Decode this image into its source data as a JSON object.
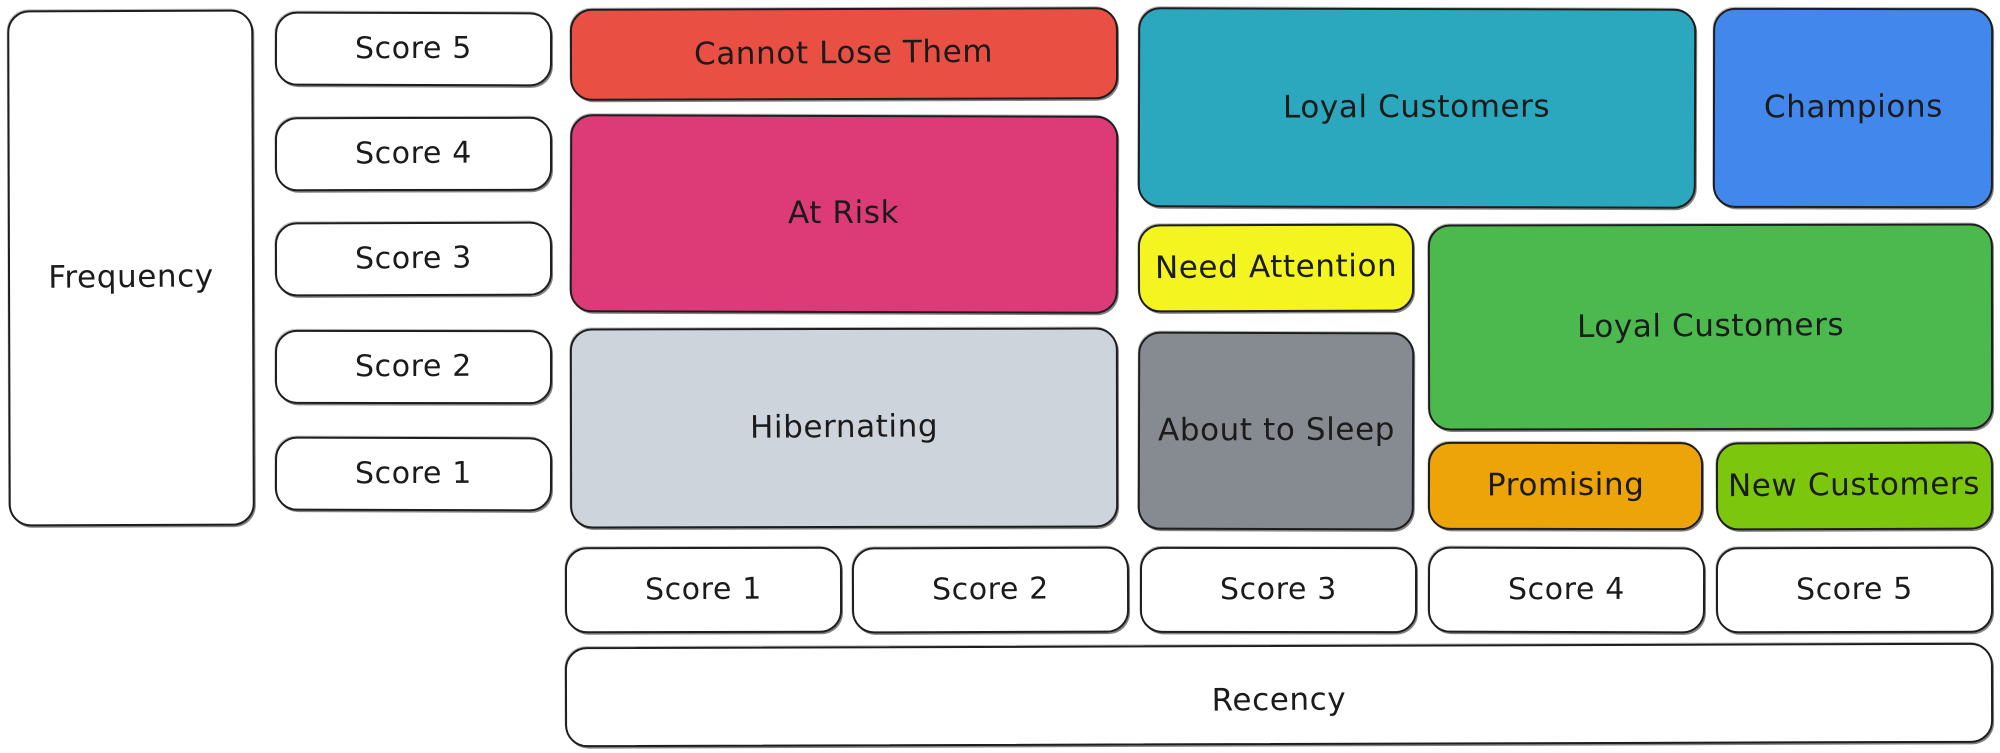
{
  "diagram": {
    "type": "rfm-segmentation-matrix",
    "axes": {
      "y_axis_label": "Frequency",
      "x_axis_label": "Recency",
      "y_scores": [
        "Score 5",
        "Score 4",
        "Score 3",
        "Score 2",
        "Score 1"
      ],
      "x_scores": [
        "Score 1",
        "Score 2",
        "Score 3",
        "Score 4",
        "Score 5"
      ]
    },
    "segments": [
      {
        "name": "Cannot Lose Them",
        "color": "#ea4f43",
        "text_color": "#1b1b1b"
      },
      {
        "name": "At Risk",
        "color": "#dd3b78",
        "text_color": "#1b1b1b"
      },
      {
        "name": "Hibernating",
        "color": "#ced4db",
        "text_color": "#1b1b1b"
      },
      {
        "name": "Loyal Customers",
        "color": "#2ba8bd",
        "text_color": "#1b1b1b"
      },
      {
        "name": "Need Attention",
        "color": "#f4f520",
        "text_color": "#1b1b1b"
      },
      {
        "name": "About to Sleep",
        "color": "#858b91",
        "text_color": "#1b1b1b"
      },
      {
        "name": "Champions",
        "color": "#4287ec",
        "text_color": "#1b1b1b"
      },
      {
        "name": "Loyal Customers",
        "color": "#4cb94f",
        "text_color": "#1b1b1b"
      },
      {
        "name": "Promising",
        "color": "#eda408",
        "text_color": "#1b1b1b"
      },
      {
        "name": "New Customers",
        "color": "#7cc70d",
        "text_color": "#1b1b1b"
      }
    ]
  },
  "chart_data": {
    "type": "heatmap",
    "title": "",
    "xlabel": "Recency",
    "ylabel": "Frequency",
    "x": [
      "Score 1",
      "Score 2",
      "Score 3",
      "Score 4",
      "Score 5"
    ],
    "y": [
      "Score 5",
      "Score 4",
      "Score 3",
      "Score 2",
      "Score 1"
    ],
    "grid": false,
    "legend": "none",
    "cells": [
      {
        "label": "Cannot Lose Them",
        "recency": [
          "Score 1",
          "Score 2"
        ],
        "frequency": [
          "Score 5"
        ],
        "color": "#ea4f43"
      },
      {
        "label": "At Risk",
        "recency": [
          "Score 1",
          "Score 2"
        ],
        "frequency": [
          "Score 4",
          "Score 3"
        ],
        "color": "#dd3b78"
      },
      {
        "label": "Hibernating",
        "recency": [
          "Score 1",
          "Score 2"
        ],
        "frequency": [
          "Score 2",
          "Score 1"
        ],
        "color": "#ced4db"
      },
      {
        "label": "Loyal Customers",
        "recency": [
          "Score 3",
          "Score 4"
        ],
        "frequency": [
          "Score 5",
          "Score 4"
        ],
        "color": "#2ba8bd"
      },
      {
        "label": "Need Attention",
        "recency": [
          "Score 3"
        ],
        "frequency": [
          "Score 3"
        ],
        "color": "#f4f520"
      },
      {
        "label": "About to Sleep",
        "recency": [
          "Score 3"
        ],
        "frequency": [
          "Score 2",
          "Score 1"
        ],
        "color": "#858b91"
      },
      {
        "label": "Champions",
        "recency": [
          "Score 5"
        ],
        "frequency": [
          "Score 5",
          "Score 4"
        ],
        "color": "#4287ec"
      },
      {
        "label": "Loyal Customers",
        "recency": [
          "Score 4",
          "Score 5"
        ],
        "frequency": [
          "Score 3",
          "Score 2"
        ],
        "color": "#4cb94f"
      },
      {
        "label": "Promising",
        "recency": [
          "Score 4"
        ],
        "frequency": [
          "Score 1"
        ],
        "color": "#eda408"
      },
      {
        "label": "New Customers",
        "recency": [
          "Score 5"
        ],
        "frequency": [
          "Score 1"
        ],
        "color": "#7cc70d"
      }
    ]
  },
  "labels": {
    "frequency": "Frequency",
    "recency": "Recency",
    "freq_score_5": "Score 5",
    "freq_score_4": "Score 4",
    "freq_score_3": "Score 3",
    "freq_score_2": "Score 2",
    "freq_score_1": "Score 1",
    "rec_score_1": "Score 1",
    "rec_score_2": "Score 2",
    "rec_score_3": "Score 3",
    "rec_score_4": "Score 4",
    "rec_score_5": "Score 5",
    "cannot_lose_them": "Cannot Lose Them",
    "at_risk": "At Risk",
    "hibernating": "Hibernating",
    "loyal_customers_teal": "Loyal Customers",
    "need_attention": "Need Attention",
    "about_to_sleep": "About to Sleep",
    "champions": "Champions",
    "loyal_customers_green": "Loyal Customers",
    "promising": "Promising",
    "new_customers": "New Customers"
  },
  "colors": {
    "cannot_lose_them": "#ea4f43",
    "at_risk": "#dd3b78",
    "hibernating": "#ced4db",
    "loyal_customers_teal": "#2ba8bd",
    "need_attention": "#f4f520",
    "about_to_sleep": "#858b91",
    "champions": "#4287ec",
    "loyal_customers_green": "#4cb94f",
    "promising": "#eda408",
    "new_customers": "#7cc70d",
    "stroke": "#1e1e1e",
    "plain_fill": "#ffffff"
  }
}
